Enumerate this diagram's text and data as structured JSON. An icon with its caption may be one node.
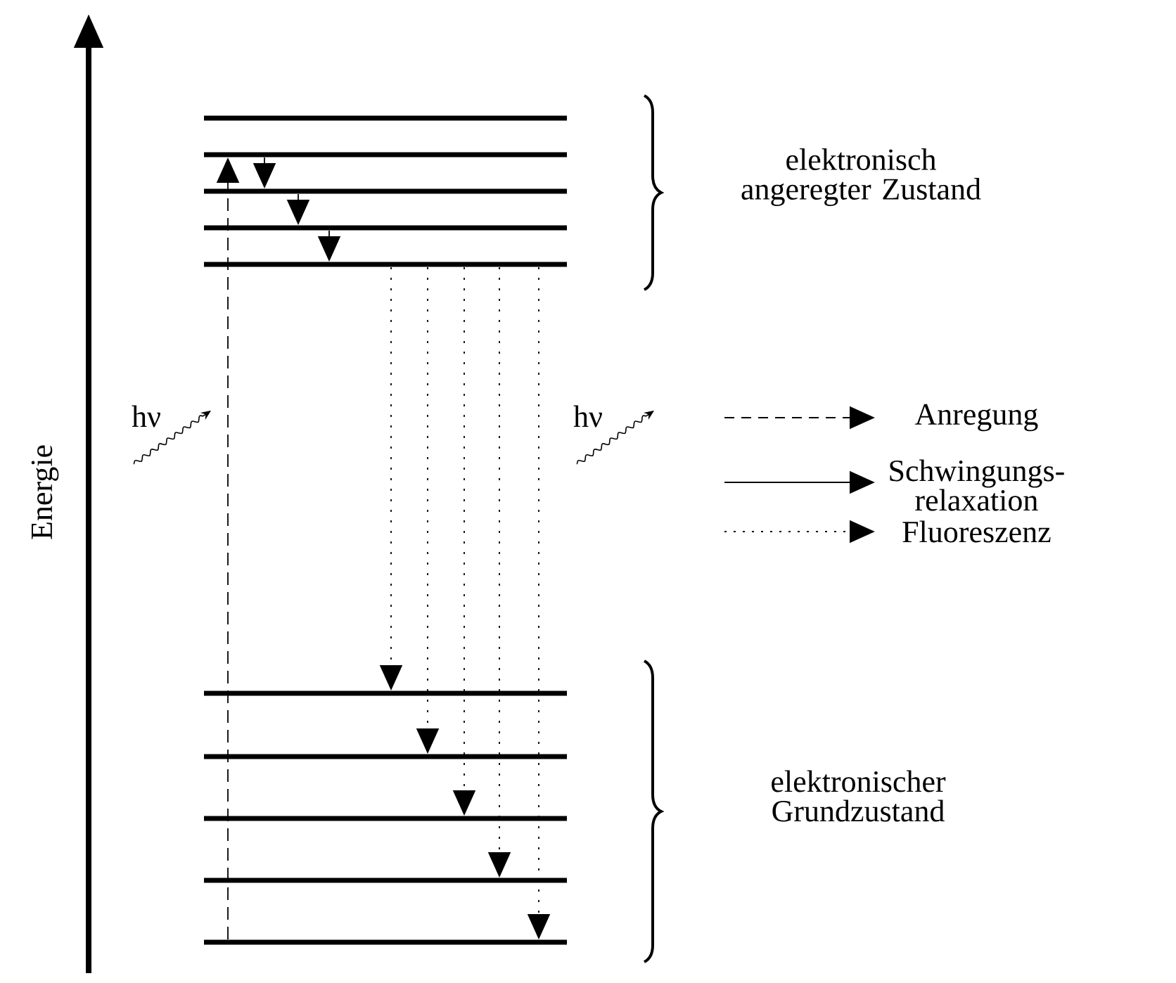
{
  "diagram": {
    "nodes": [
      {
        "text": [],
        "shape": "bar"
      },
      {
        "text": [],
        "shape": "bar"
      },
      {
        "text": [],
        "shape": "bar"
      },
      {
        "text": [],
        "shape": "bar"
      },
      {
        "text": [],
        "shape": "bar"
      },
      {
        "text": [],
        "shape": "bar"
      },
      {
        "text": [],
        "shape": "bar"
      },
      {
        "text": [],
        "shape": "bar"
      },
      {
        "text": [],
        "shape": "bar"
      },
      {
        "text": [],
        "shape": "bar"
      }
    ],
    "edges": [
      {
        "from": 9,
        "to": 1,
        "arrow": "to",
        "style": "dashed"
      },
      {
        "from": 1,
        "to": 2,
        "arrow": "to"
      },
      {
        "from": 2,
        "to": 3,
        "arrow": "to"
      },
      {
        "from": 3,
        "to": 4,
        "arrow": "to"
      },
      {
        "from": 4,
        "to": 5,
        "arrow": "to",
        "style": "dashed"
      },
      {
        "from": 4,
        "to": 6,
        "arrow": "to",
        "style": "dashed"
      },
      {
        "from": 4,
        "to": 7,
        "arrow": "to",
        "style": "dashed"
      },
      {
        "from": 4,
        "to": 8,
        "arrow": "to",
        "style": "dashed"
      },
      {
        "from": 4,
        "to": 9,
        "arrow": "to",
        "style": "dashed"
      }
    ],
    "labels": [
      "elektronisch angeregter Zustand",
      "hν",
      "hν",
      "Energie",
      "elektronischer Grundzustand"
    ],
    "legend": [
      {
        "text": "Anregung"
      },
      {
        "text": "Schwingungs-relaxation"
      },
      {
        "text": "Fluoreszenz"
      }
    ]
  }
}
